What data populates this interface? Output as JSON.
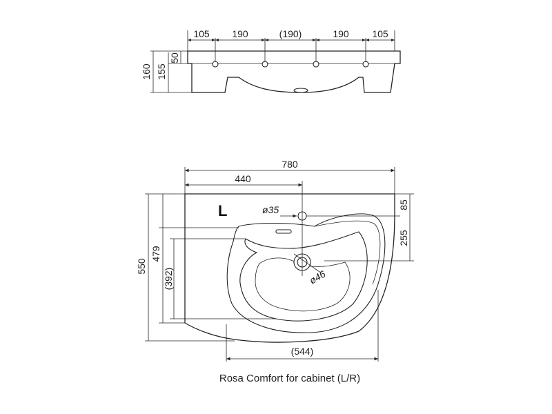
{
  "caption": "Rosa Comfort for cabinet (L/R)",
  "side_letter": "L",
  "top_view": {
    "widths": [
      "105",
      "190",
      "(190)",
      "190",
      "105"
    ],
    "heights": [
      "160",
      "155",
      "50"
    ]
  },
  "plan_view": {
    "total_width": "780",
    "tap_offset": "440",
    "tap_hole": "ø35",
    "drain_hole": "ø46",
    "depth_total": "550",
    "depth_479": "479",
    "depth_392": "(392)",
    "bottom_width": "(544)",
    "right_85": "85",
    "right_255": "255"
  }
}
